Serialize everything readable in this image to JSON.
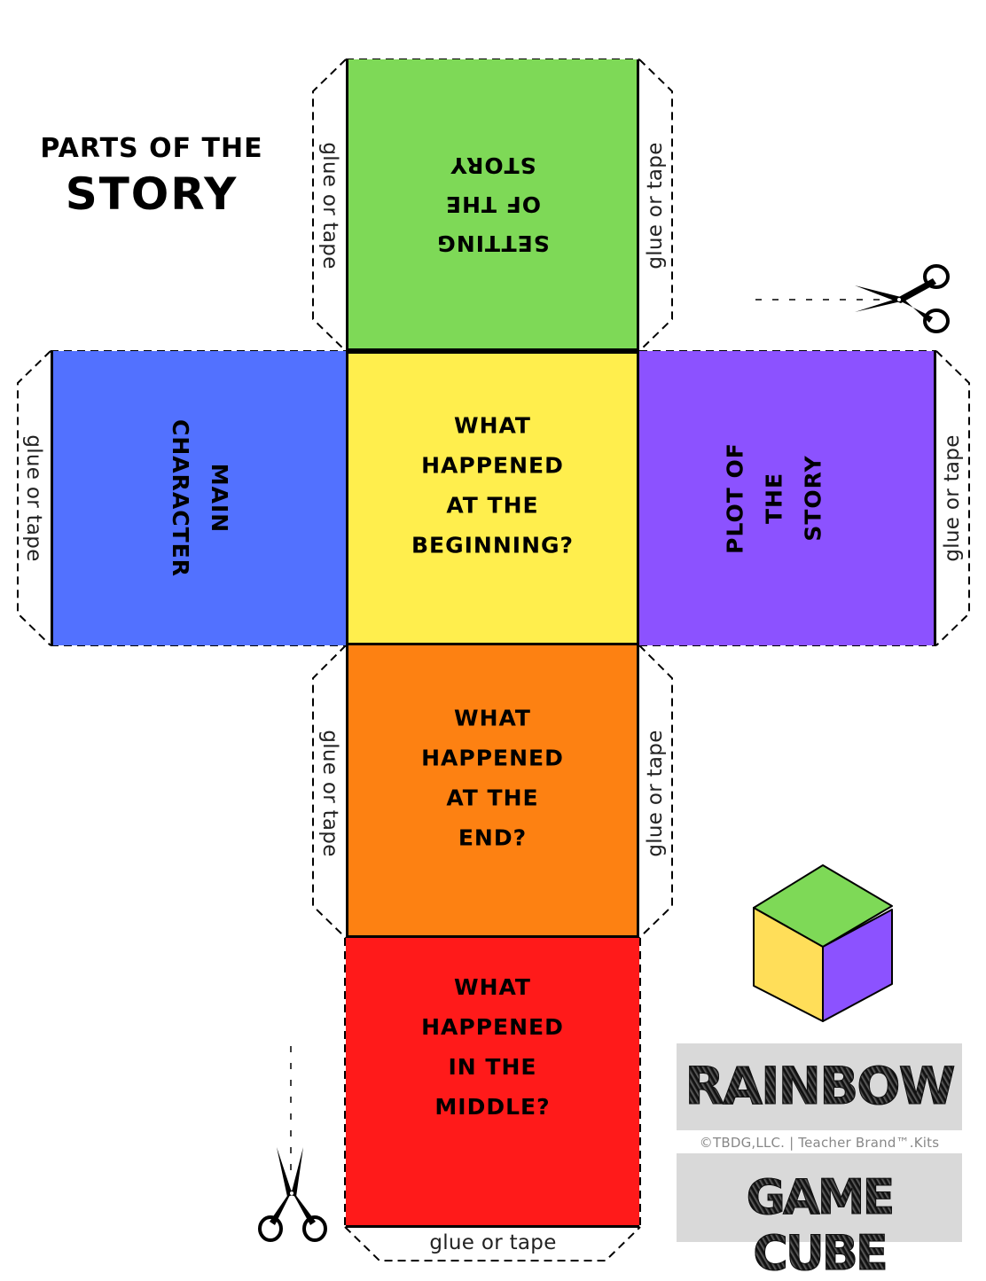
{
  "title": {
    "line1": "PARTS OF THE",
    "line2": "STORY"
  },
  "faces": {
    "top": {
      "label": "SETTING OF THE\nSTORY",
      "color": "#7ED957"
    },
    "left": {
      "label": "MAIN\nCHARACTER",
      "color": "#5271FF"
    },
    "center": {
      "label": "WHAT HAPPENED\nAT THE\nBEGINNING?",
      "color": "#FFEE4D"
    },
    "right": {
      "label": "PLOT OF THE\nSTORY",
      "color": "#8C52FF"
    },
    "lower": {
      "label": "WHAT HAPPENED\nAT THE\nEND?",
      "color": "#FD8112"
    },
    "bottom": {
      "label": "WHAT HAPPENED\nIN THE\nMIDDLE?",
      "color": "#FF1A1A"
    }
  },
  "tabs": {
    "label": "glue or tape"
  },
  "brand": {
    "word1": "RAINBOW",
    "credit": "©TBDG,LLC.  |  Teacher Brand™.Kits",
    "word2": "GAME CUBE",
    "box_color": "#D9D9D9"
  },
  "cube_icon": {
    "top_color": "#7ED957",
    "left_color": "#FFDE59",
    "right_color": "#8C52FF"
  },
  "icons": {
    "scissors_top_right": "scissors-icon",
    "scissors_bottom_left": "scissors-icon"
  }
}
